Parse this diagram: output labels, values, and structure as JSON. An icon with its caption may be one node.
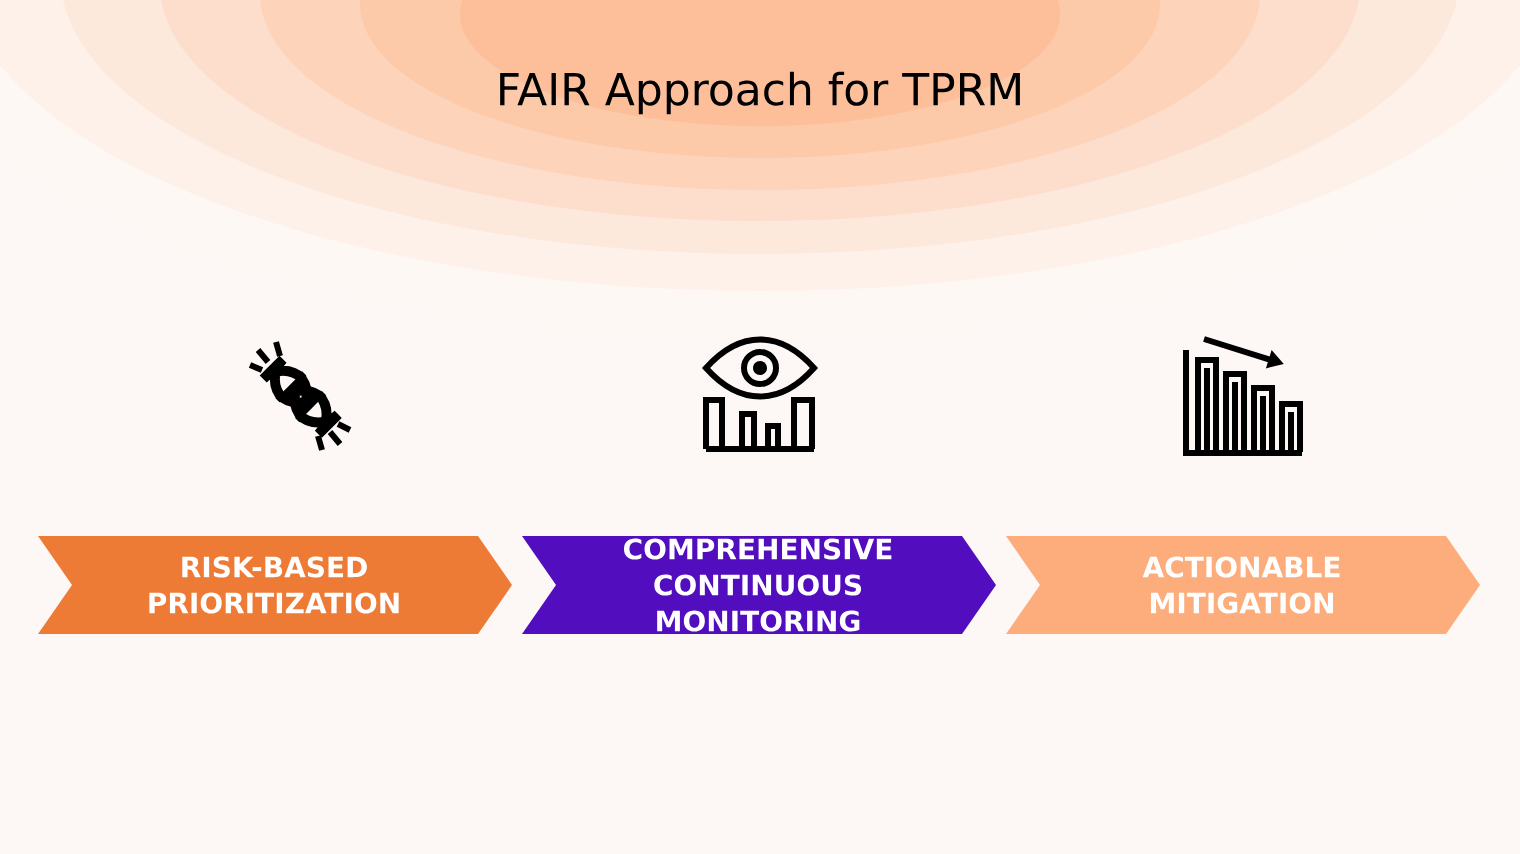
{
  "diagram": {
    "title": "FAIR Approach for TPRM",
    "nodes": [
      {
        "text": [
          "RISK-BASED PRIORITIZATION"
        ]
      },
      {
        "text": [
          "COMPREHENSIVE CONTINUOUS MONITORING"
        ]
      },
      {
        "text": [
          "ACTIONABLE MITIGATION"
        ]
      }
    ]
  }
}
